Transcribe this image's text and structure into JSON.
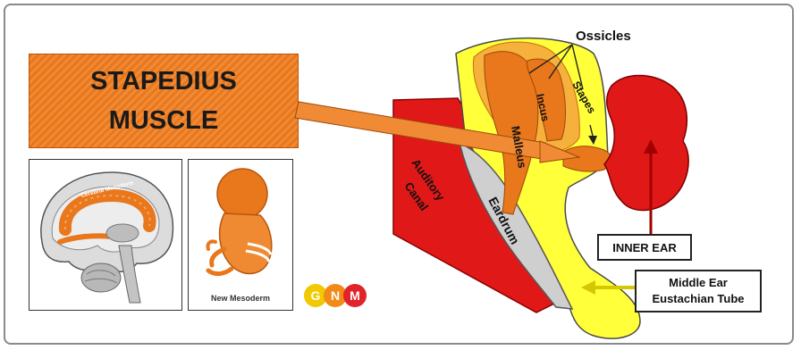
{
  "title": {
    "line1": "STAPEDIUS",
    "line2": "MUSCLE"
  },
  "brain_panel": {
    "region_label": "Cerebral Mesoderm"
  },
  "embryo_panel": {
    "caption": "New Mesoderm"
  },
  "logo": {
    "letters": [
      "G",
      "N",
      "M"
    ],
    "colors": [
      "#f2c800",
      "#f28a1a",
      "#e0242a"
    ]
  },
  "ear": {
    "ossicles_label": "Ossicles",
    "malleus_label": "Malleus",
    "incus_label": "Incus",
    "stapes_label": "Stapes",
    "auditory_canal_label": [
      "Auditory",
      "Canal"
    ],
    "eardrum_label": "Eardrum",
    "inner_ear_label": "INNER EAR",
    "middle_ear_label": [
      "Middle Ear",
      "Eustachian Tube"
    ]
  },
  "colors": {
    "orange": "#e9771c",
    "red": "#e01818",
    "yellow": "#ffff3a",
    "gray": "#cfcfcf"
  }
}
